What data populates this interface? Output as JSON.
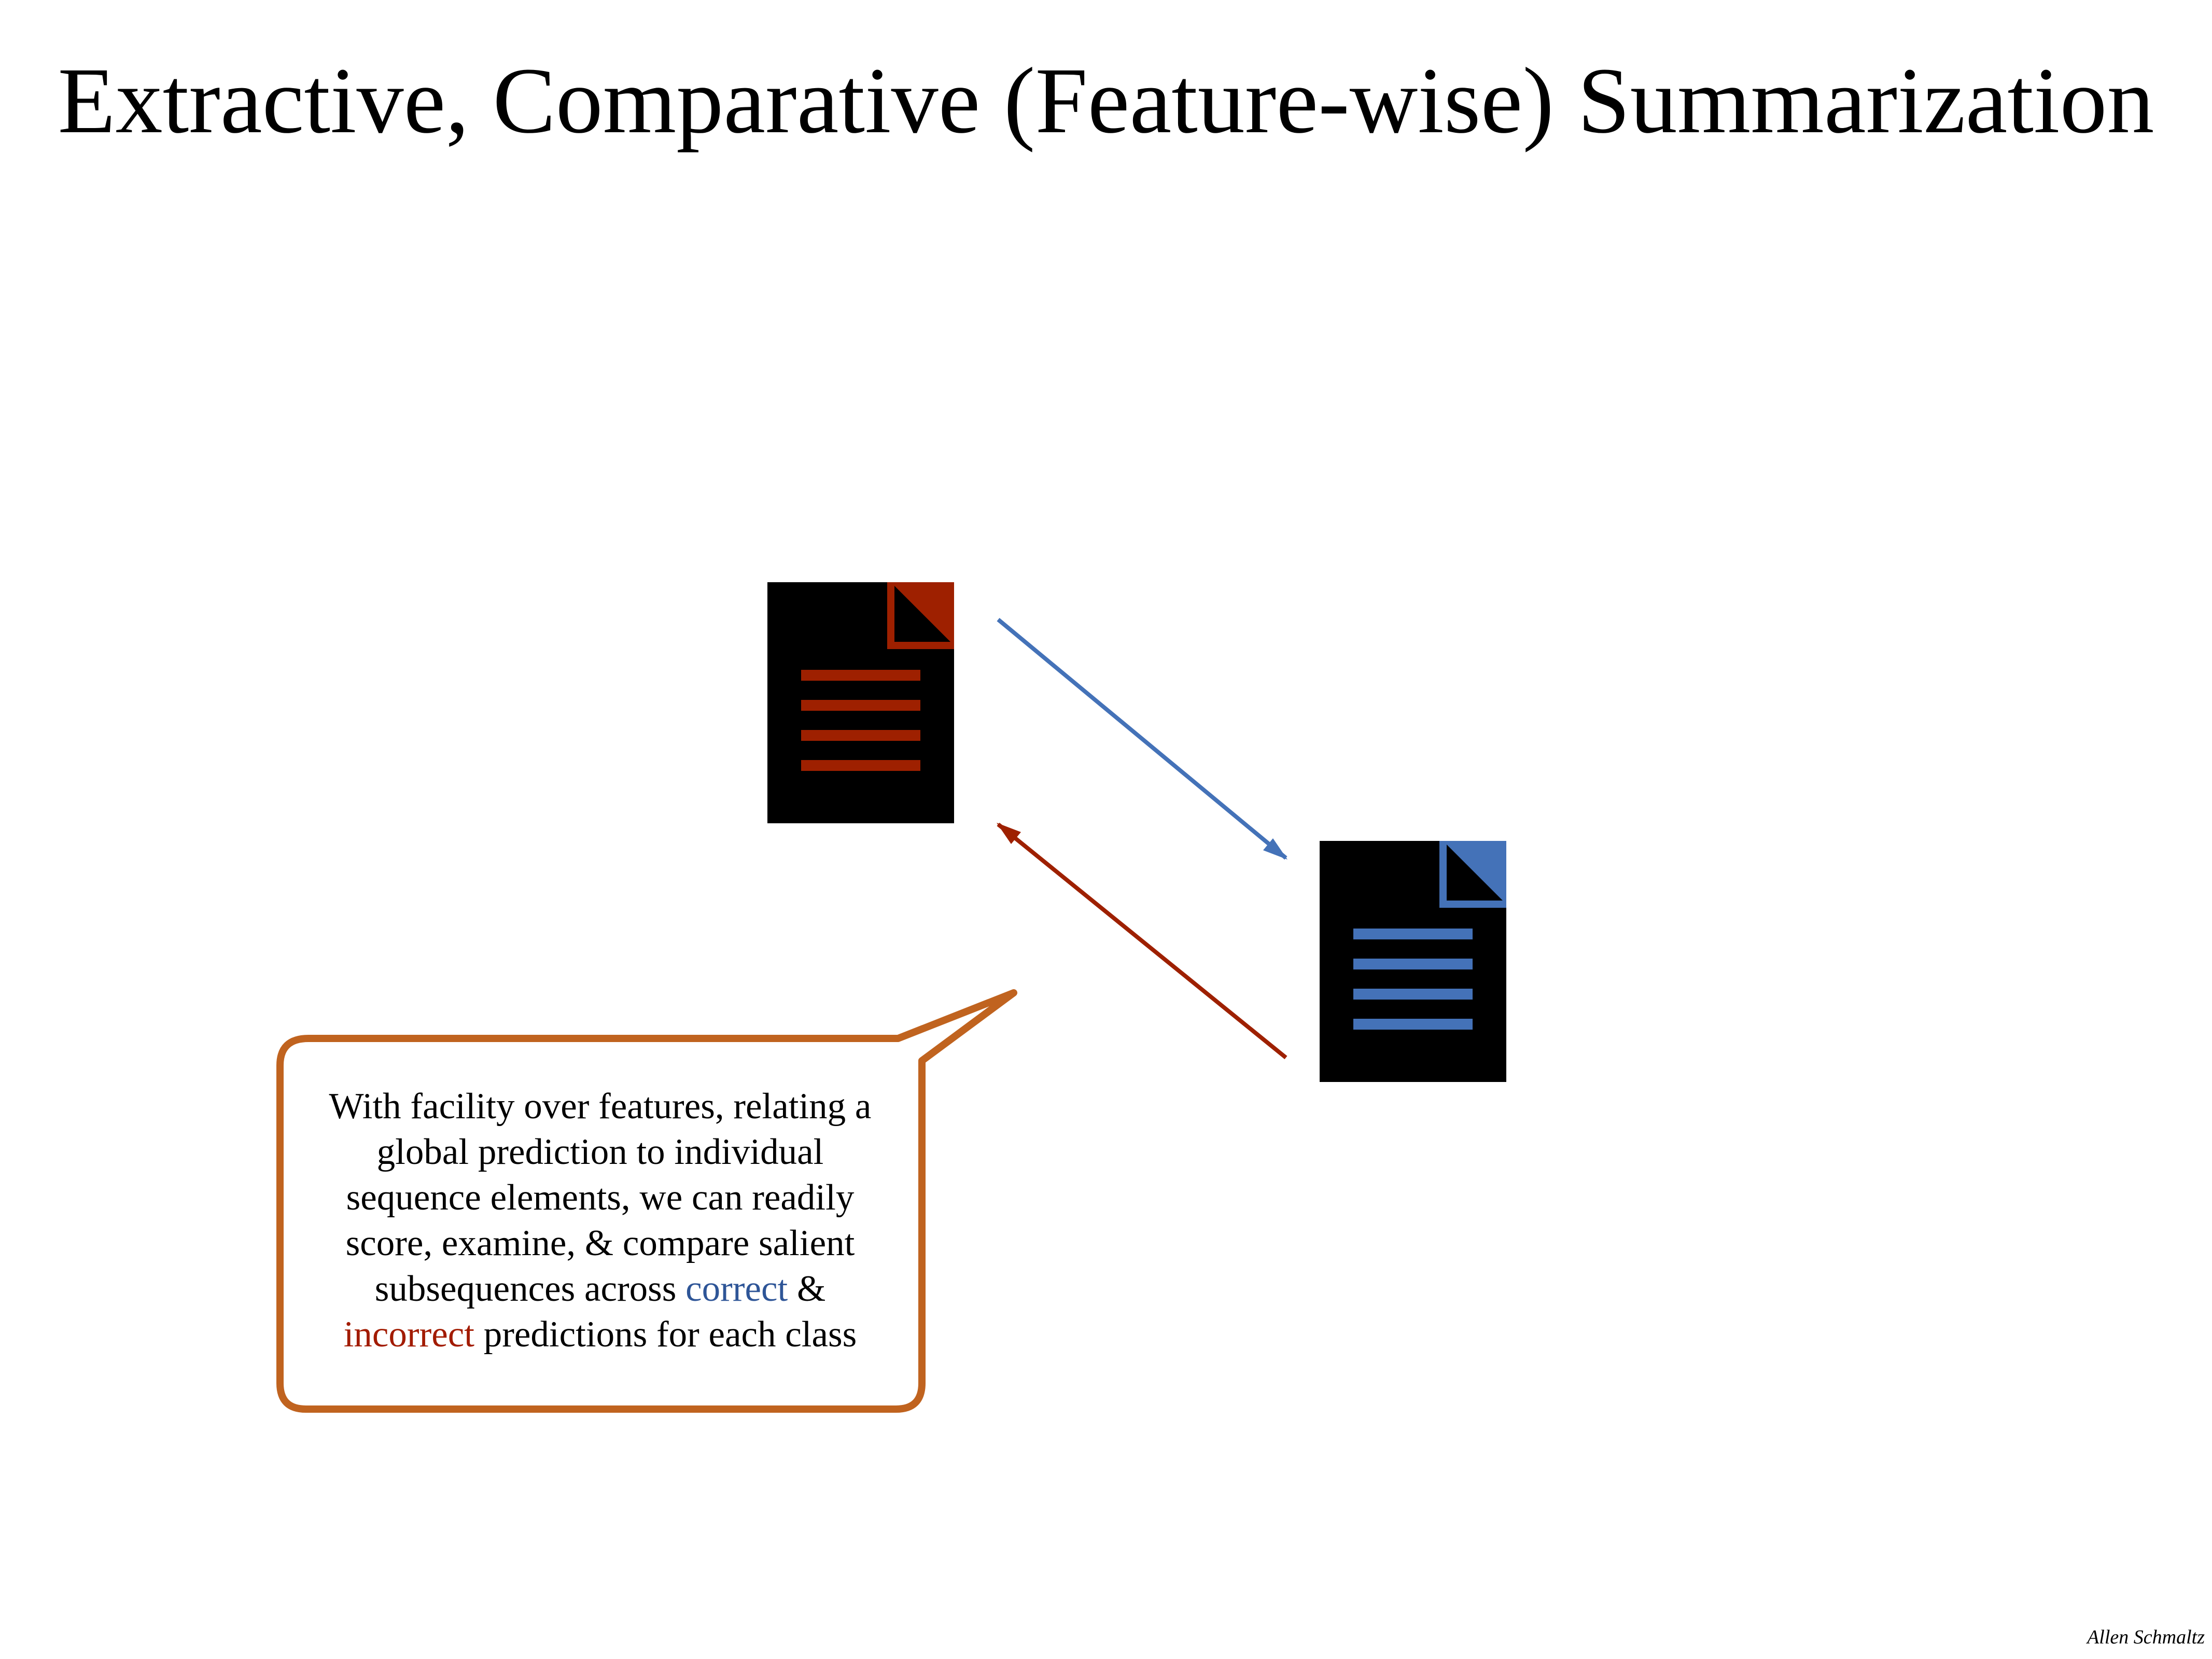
{
  "slide": {
    "title": "Extractive, Comparative (Feature-wise) Summarization",
    "author": "Allen Schmaltz"
  },
  "callout": {
    "line1": "With facility over features, relating a",
    "line2": "global prediction to individual",
    "line3": "sequence elements, we can readily",
    "line4": "score, examine, & compare salient",
    "line5_prefix": "subsequences across ",
    "line5_correct": "correct",
    "line5_suffix": " &",
    "line6_incorrect": "incorrect",
    "line6_suffix": " predictions for each class"
  },
  "colors": {
    "correct": "#2e5597",
    "incorrect": "#a21b00",
    "callout_border": "#c0631f",
    "document_body": "#000000",
    "document_red_accent": "#9e2000",
    "document_blue_accent": "#4472b8"
  },
  "icons": {
    "incorrect_document": "document-icon",
    "correct_document": "document-icon"
  }
}
